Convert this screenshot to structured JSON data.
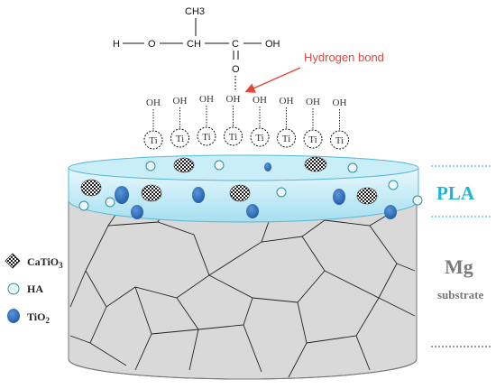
{
  "molecule": {
    "h": "H",
    "o1": "O",
    "ch": "CH",
    "c": "C",
    "oh": "OH",
    "ch3": "CH3",
    "o_double": "O"
  },
  "annotation": {
    "hydrogen_bond": "Hydrogen bond",
    "color": "#e8443a"
  },
  "surface_groups": {
    "oh_label": "OH",
    "ti_label": "Ti",
    "count": 8
  },
  "layers": {
    "pla": "PLA",
    "mg": "Mg",
    "substrate": "substrate",
    "pla_color": "#1fb5d6",
    "mg_color": "#7a7a7a"
  },
  "legend": {
    "catio3": "CaTiO",
    "catio3_sub": "3",
    "ha": "HA",
    "tio2": "TiO",
    "tio2_sub": "2",
    "tio2_color": "#2e6fbd",
    "ha_color": "#bfe7ee"
  }
}
